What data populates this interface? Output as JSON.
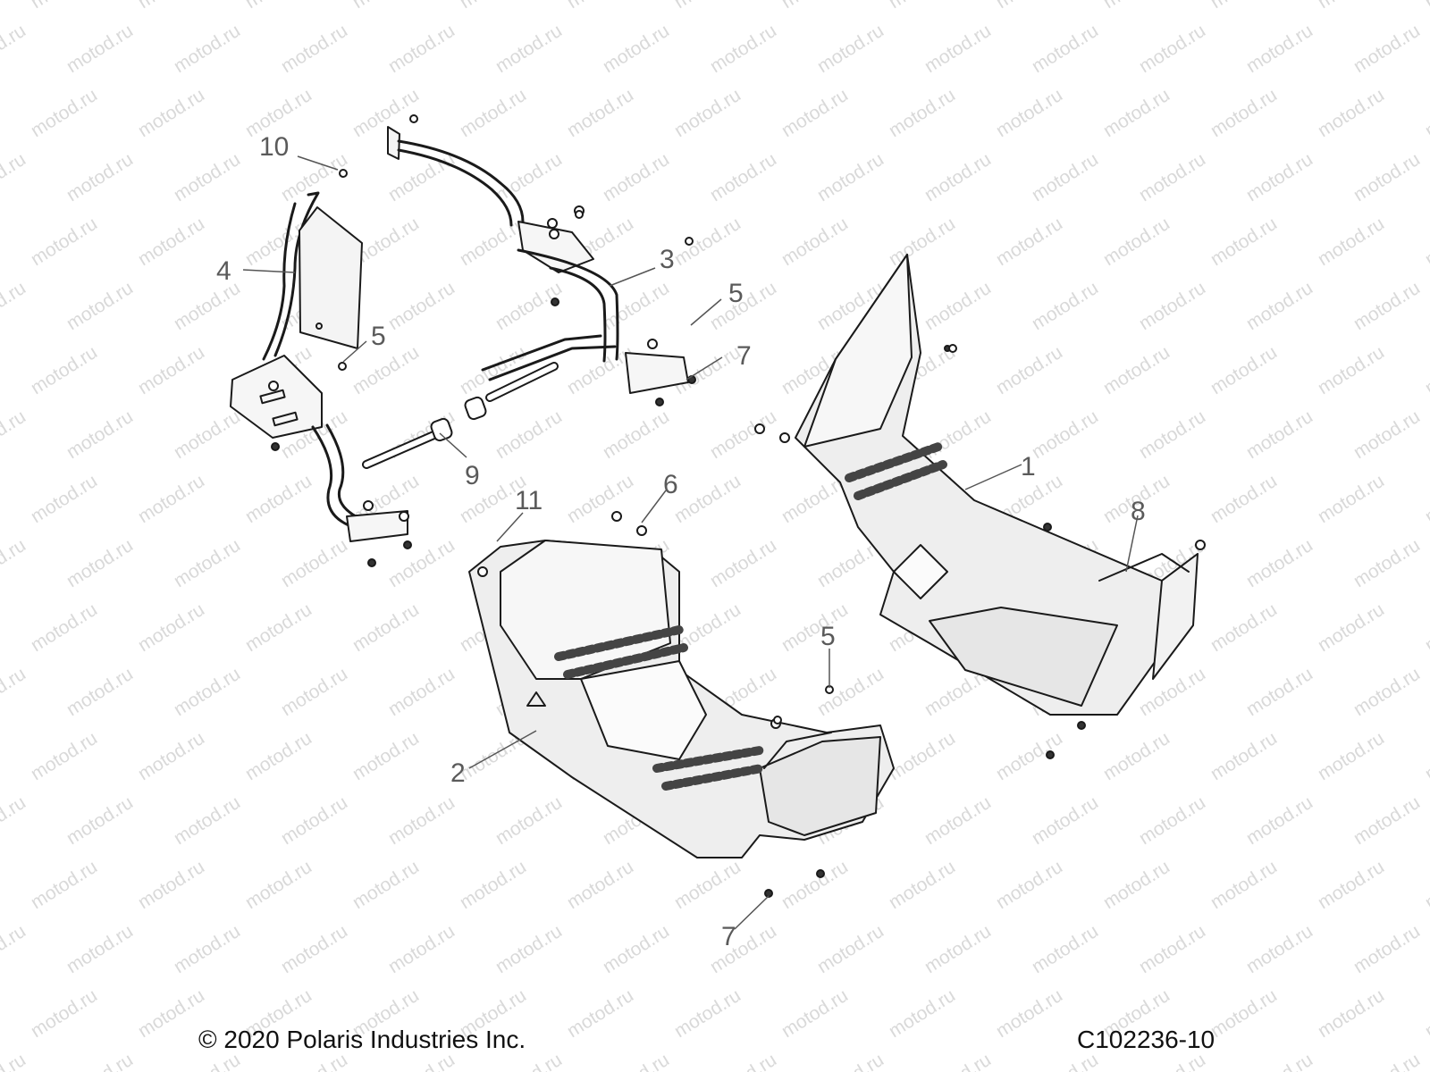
{
  "watermark_text": "motod.ru",
  "callouts": [
    {
      "id": "10",
      "text": "10"
    },
    {
      "id": "4",
      "text": "4"
    },
    {
      "id": "3",
      "text": "3"
    },
    {
      "id": "5a",
      "text": "5"
    },
    {
      "id": "5b",
      "text": "5"
    },
    {
      "id": "7a",
      "text": "7"
    },
    {
      "id": "9",
      "text": "9"
    },
    {
      "id": "11",
      "text": "11"
    },
    {
      "id": "6",
      "text": "6"
    },
    {
      "id": "1",
      "text": "1"
    },
    {
      "id": "8",
      "text": "8"
    },
    {
      "id": "5c",
      "text": "5"
    },
    {
      "id": "2",
      "text": "2"
    },
    {
      "id": "7b",
      "text": "7"
    }
  ],
  "footer": {
    "copyright": "© 2020 Polaris Industries Inc.",
    "figure_id": "C102236-10"
  },
  "colors": {
    "line": "#1a1a1a",
    "leader": "#555555",
    "panel_fill": "#eeeeee",
    "tread": "#444444",
    "watermark": "#d9d9d9"
  }
}
